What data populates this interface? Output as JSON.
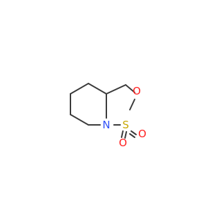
{
  "molecule": {
    "atoms": [
      {
        "id": "n",
        "symbol": "N",
        "color": "#3050F8"
      },
      {
        "id": "s",
        "symbol": "S",
        "color": "#C8A800"
      },
      {
        "id": "o-ring",
        "symbol": "O",
        "color": "#FF2020"
      },
      {
        "id": "o-sulfonyl",
        "symbol": "O",
        "color": "#FF2020"
      },
      {
        "id": "o-sulfonyl-2",
        "symbol": "O",
        "color": "#FF2020"
      }
    ],
    "bond_color": "#3a3a3a",
    "background": "#ffffff"
  }
}
